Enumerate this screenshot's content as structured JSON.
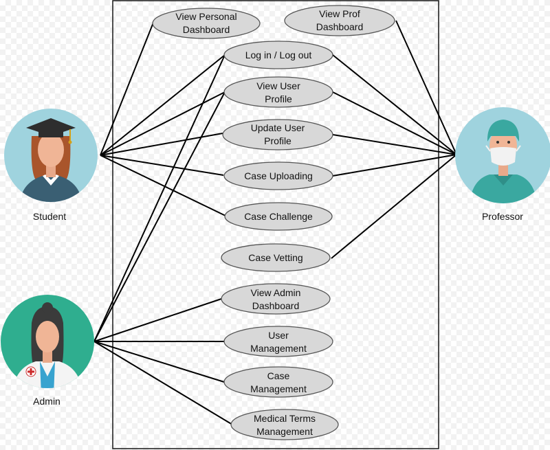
{
  "actors": {
    "student": {
      "label": "Student",
      "bg": "#9fd3de"
    },
    "admin": {
      "label": "Admin",
      "bg": "#2fae8f"
    },
    "professor": {
      "label": "Professor",
      "bg": "#9fd3de"
    }
  },
  "use_cases": {
    "view_personal_dashboard": {
      "line1": "View Personal",
      "line2": "Dashboard"
    },
    "view_prof_dashboard": {
      "line1": "View Prof",
      "line2": "Dashboard"
    },
    "log_in_out": {
      "line1": "Log in / Log out",
      "line2": ""
    },
    "view_user_profile": {
      "line1": "View User",
      "line2": "Profile"
    },
    "update_user_profile": {
      "line1": "Update User",
      "line2": "Profile"
    },
    "case_uploading": {
      "line1": "Case Uploading",
      "line2": ""
    },
    "case_challenge": {
      "line1": "Case Challenge",
      "line2": ""
    },
    "case_vetting": {
      "line1": "Case Vetting",
      "line2": ""
    },
    "view_admin_dashboard": {
      "line1": "View Admin",
      "line2": "Dashboard"
    },
    "user_management": {
      "line1": "User",
      "line2": "Management"
    },
    "case_management": {
      "line1": "Case",
      "line2": "Management"
    },
    "medical_terms_management": {
      "line1": "Medical Terms",
      "line2": "Management"
    }
  },
  "colors": {
    "ellipse_fill": "#d8d8d8",
    "line": "#000000",
    "student_bg": "#9fd3de",
    "admin_bg": "#2fae8f",
    "professor_bg": "#9fd3de",
    "scrub": "#3aa8a0"
  }
}
